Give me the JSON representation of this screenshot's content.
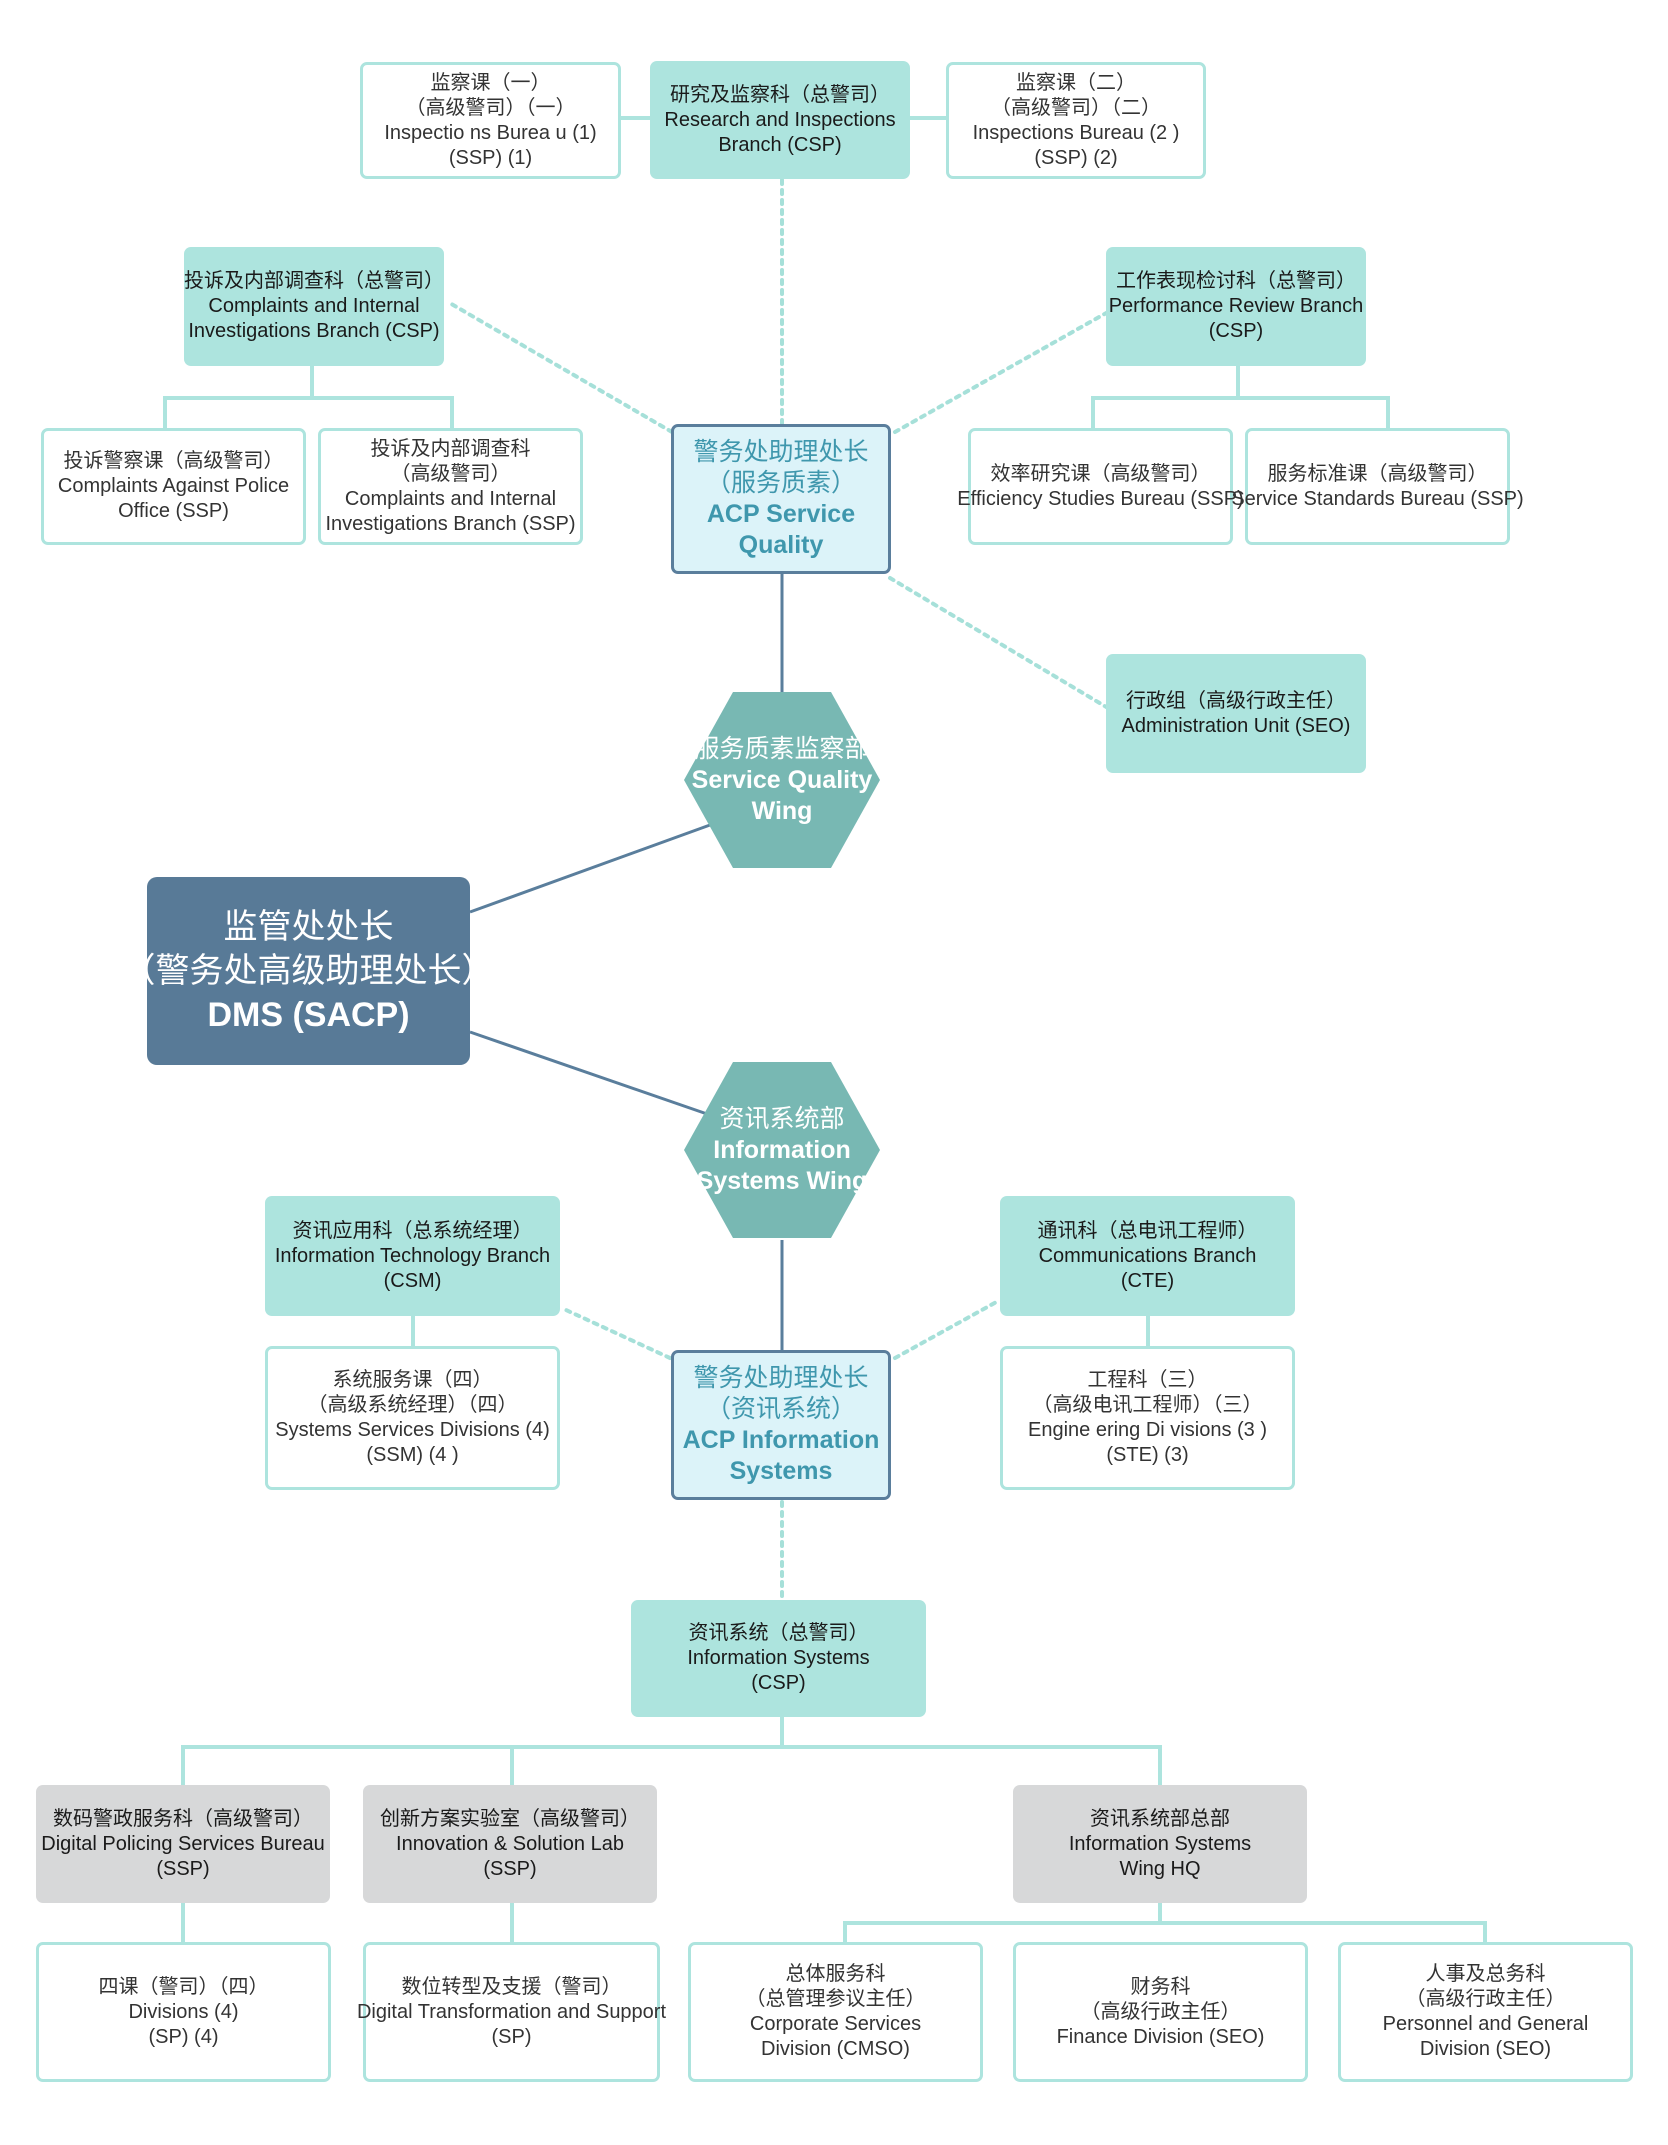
{
  "colors": {
    "teal_fill": "#ade4de",
    "teal_outline": "#ade4de",
    "grey_fill": "#d7d8d9",
    "acp_fill": "#dcf3f9",
    "acp_border": "#5a7e9c",
    "acp_text": "#3f97ad",
    "hex_fill": "#78b8b3",
    "dms_fill": "#587a97",
    "solid_line": "#5a7e9c",
    "dotted_line": "#a6e0d9",
    "tree_line": "#ade4de"
  },
  "dms": {
    "zh1": "监管处处长",
    "zh2": "（警务处高级助理处长）",
    "en": "DMS (SACP)"
  },
  "service_quality_wing": {
    "zh": "服务质素监察部",
    "en1": "Service Quality",
    "en2": "Wing"
  },
  "information_systems_wing": {
    "zh": "资讯系统部",
    "en1": "Information",
    "en2": "Systems Wing"
  },
  "acp_service_quality": {
    "zh1": "警务处助理处长",
    "zh2": "（服务质素）",
    "en1": "ACP Service",
    "en2": "Quality"
  },
  "acp_information_systems": {
    "zh1": "警务处助理处长",
    "zh2": "（资讯系统）",
    "en1": "ACP Information",
    "en2": "Systems"
  },
  "research_inspections_branch": {
    "zh": "研究及监察科（总警司）",
    "en1": "Research and Inspections",
    "en2": "Branch (CSP)"
  },
  "inspections_bureau_1": {
    "l1": "监察课（一）",
    "l2": "（高级警司）（一）",
    "l3": "Inspectio ns Burea u (1)",
    "l4": "(SSP) (1)"
  },
  "inspections_bureau_2": {
    "l1": "监察课（二）",
    "l2": "（高级警司）（二）",
    "l3": "Inspections Bureau (2    )",
    "l4": "(SSP)  (2)"
  },
  "complaints_branch": {
    "zh": "投诉及内部调查科（总警司）",
    "en1": "Complaints and Internal",
    "en2": "Investigations Branch (CSP)"
  },
  "complaints_office": {
    "zh": "投诉警察课（高级警司）",
    "en1": "Complaints Against Police",
    "en2": "Office (SSP)"
  },
  "complaints_investigations_ssp": {
    "l1": "投诉及内部调查科",
    "l2": "（高级警司）",
    "l3": "Complaints and Internal",
    "l4": "Investigations Branch (SSP)"
  },
  "performance_review_branch": {
    "zh": "工作表现检讨科（总警司）",
    "en1": "Performance Review Branch",
    "en2": "(CSP)"
  },
  "efficiency_studies": {
    "zh": "效率研究课（高级警司）",
    "en": "Efficiency Studies Bureau (SSP)"
  },
  "service_standards": {
    "zh": "服务标准课（高级警司）",
    "en": "Service Standards Bureau (SSP)"
  },
  "administration_unit": {
    "zh": "行政组（高级行政主任）",
    "en": "Administration Unit (SEO)"
  },
  "it_branch": {
    "zh": "资讯应用科（总系统经理）",
    "en1": "Information Technology Branch",
    "en2": "(CSM)"
  },
  "systems_services": {
    "l1": "系统服务课（四）",
    "l2": "（高级系统经理）（四）",
    "l3": "Systems  Services Divisions (4)",
    "l4": "(SSM) (4 )"
  },
  "communications_branch": {
    "zh": "通讯科（总电讯工程师）",
    "en1": "Communications Branch",
    "en2": "(CTE)"
  },
  "engineering_divisions": {
    "l1": "工程科（三）",
    "l2": "（高级电讯工程师）（三）",
    "l3": "Engine ering Di visions (3 )",
    "l4": "(STE)  (3)"
  },
  "information_systems_csp": {
    "zh": "资讯系统（总警司）",
    "en1": "Information Systems",
    "en2": "(CSP)"
  },
  "digital_policing": {
    "zh": "数码警政服务科（高级警司）",
    "en1": "Digital Policing Services Bureau",
    "en2": "(SSP)"
  },
  "innovation_lab": {
    "zh": "创新方案实验室（高级警司）",
    "en1": "Innovation & Solution Lab",
    "en2": "(SSP)"
  },
  "isw_hq": {
    "zh": "资讯系统部总部",
    "en1": "Information Systems",
    "en2": "Wing HQ"
  },
  "divisions_4": {
    "zh": "四课（警司）（四）",
    "en1": "Divisions (4)",
    "en2": "(SP) (4)"
  },
  "digital_transformation": {
    "zh": "数位转型及支援（警司）",
    "en1": "Digital Transformation and Support",
    "en2": "(SP)"
  },
  "corporate_services": {
    "l1": "总体服务科",
    "l2": "（总管理参议主任）",
    "l3": "Corporate Services",
    "l4": "Division (CMSO)"
  },
  "finance_division": {
    "l1": "财务科",
    "l2": "（高级行政主任）",
    "l3": "Finance Division (SEO)"
  },
  "personnel_division": {
    "l1": "人事及总务科",
    "l2": "（高级行政主任）",
    "l3": "Personnel and General",
    "l4": "Division (SEO)"
  }
}
